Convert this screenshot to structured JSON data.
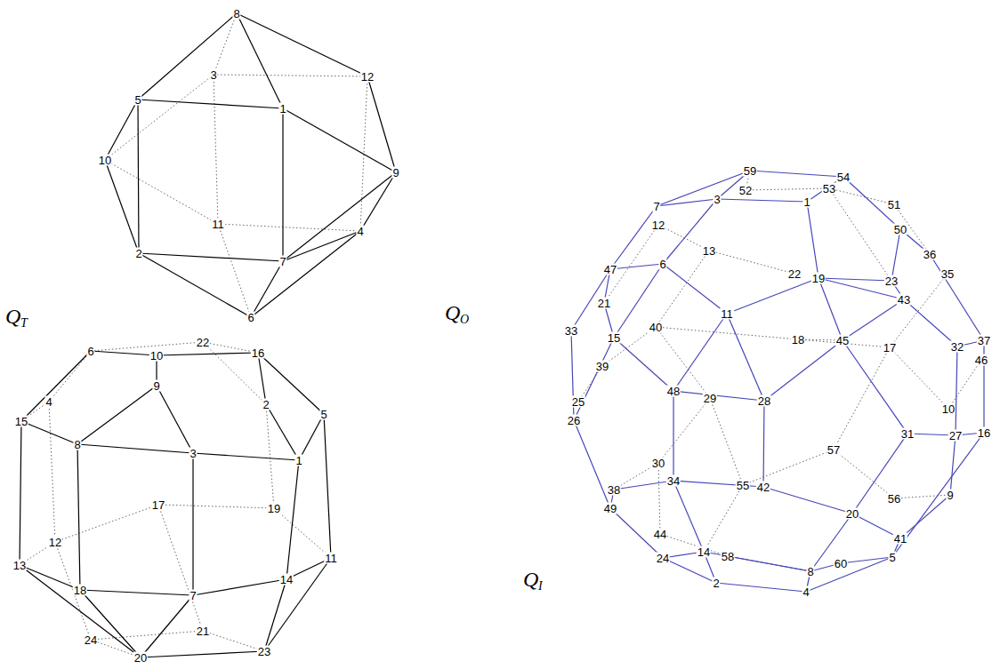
{
  "diagram": {
    "labels": [
      "1",
      "2",
      "3",
      "4",
      "5",
      "6",
      "7",
      "8",
      "9",
      "10",
      "11",
      "12",
      "Q",
      "T",
      "1",
      "2",
      "3",
      "4",
      "5",
      "6",
      "7",
      "8",
      "9",
      "10",
      "11",
      "12",
      "13",
      "14",
      "15",
      "16",
      "17",
      "18",
      "19",
      "20",
      "21",
      "22",
      "23",
      "24",
      "Q",
      "O",
      "1",
      "2",
      "3",
      "4",
      "5",
      "6",
      "7",
      "8",
      "9",
      "10",
      "11",
      "12",
      "13",
      "14",
      "15",
      "16",
      "17",
      "18",
      "19",
      "20",
      "21",
      "22",
      "23",
      "24",
      "25",
      "26",
      "27",
      "28",
      "29",
      "30",
      "31",
      "32",
      "33",
      "34",
      "35",
      "36",
      "37",
      "38",
      "39",
      "40",
      "41",
      "42",
      "43",
      "44",
      "45",
      "46",
      "47",
      "48",
      "49",
      "50",
      "51",
      "52",
      "53",
      "54",
      "55",
      "56",
      "57",
      "58",
      "59",
      "60",
      "Q",
      "I"
    ]
  }
}
